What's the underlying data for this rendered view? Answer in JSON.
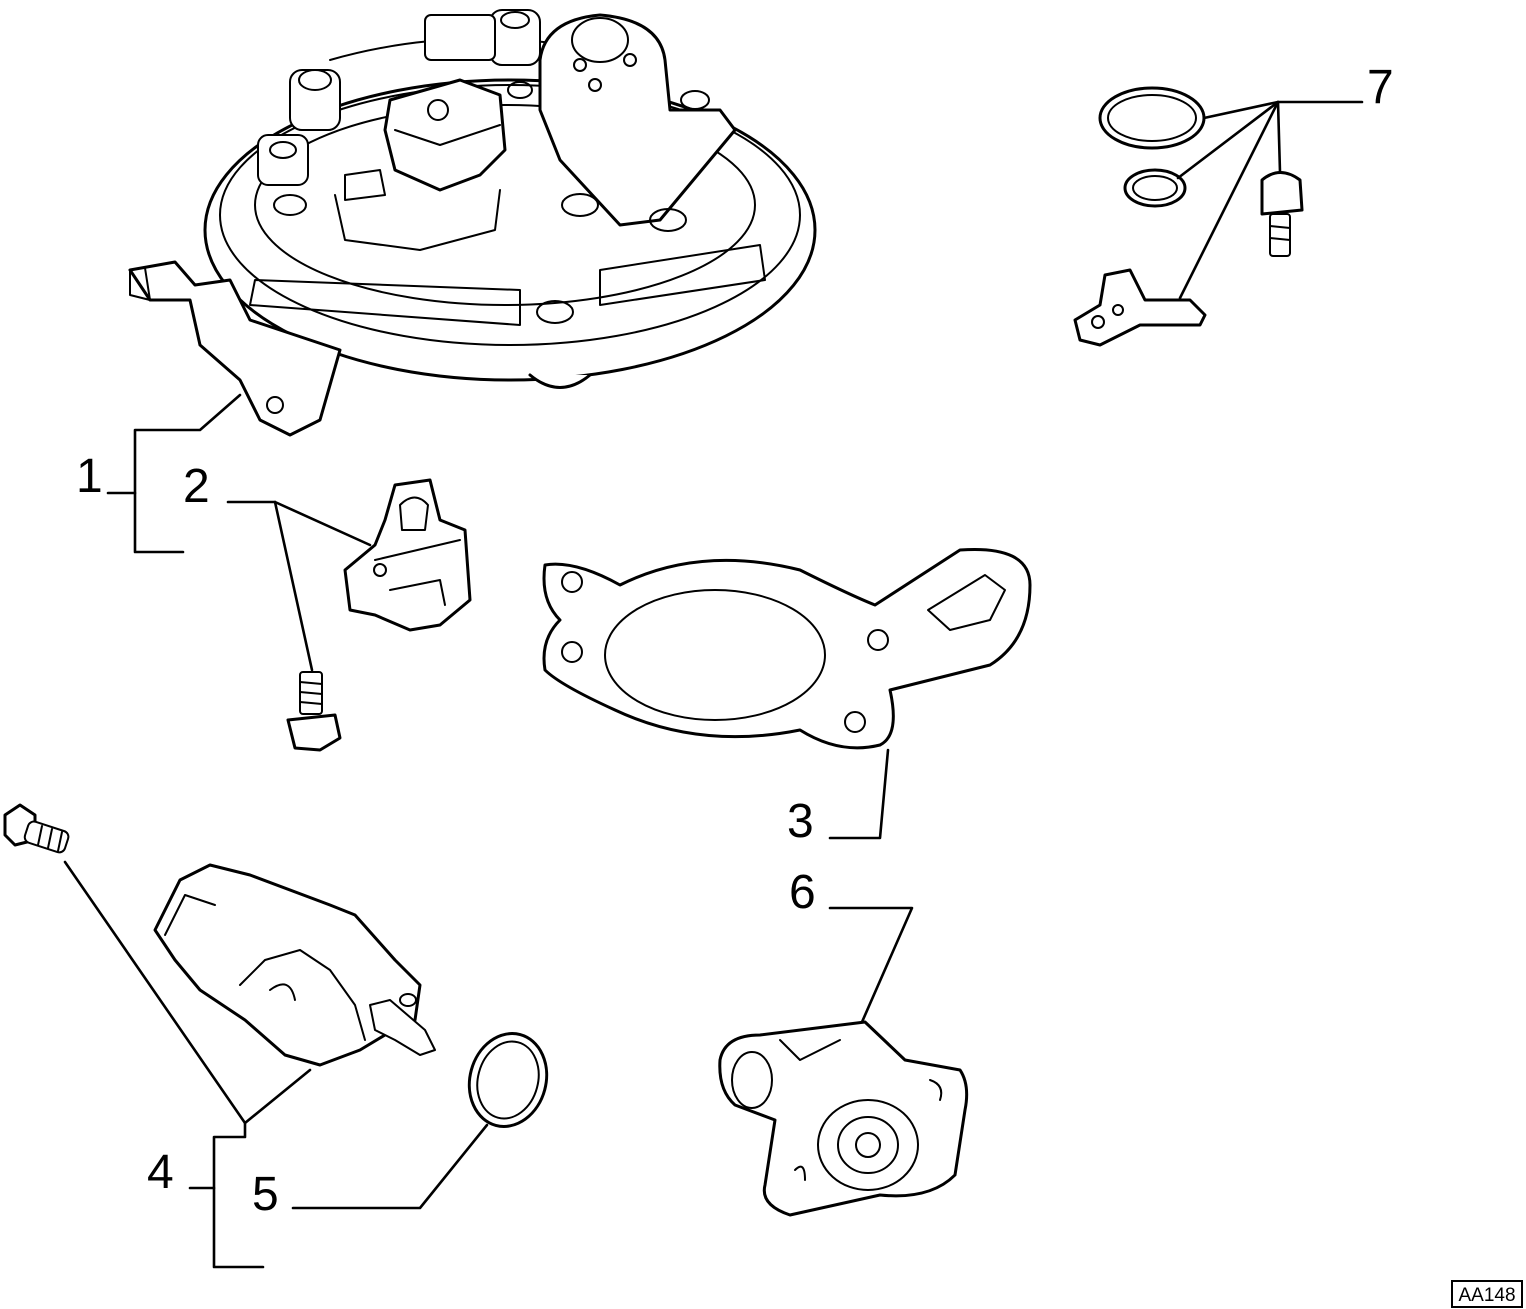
{
  "callouts": {
    "c1": "1",
    "c2": "2",
    "c3": "3",
    "c4": "4",
    "c5": "5",
    "c6": "6",
    "c7": "7"
  },
  "reference_code": "AA148",
  "colors": {
    "line": "#000000",
    "background": "#ffffff"
  }
}
